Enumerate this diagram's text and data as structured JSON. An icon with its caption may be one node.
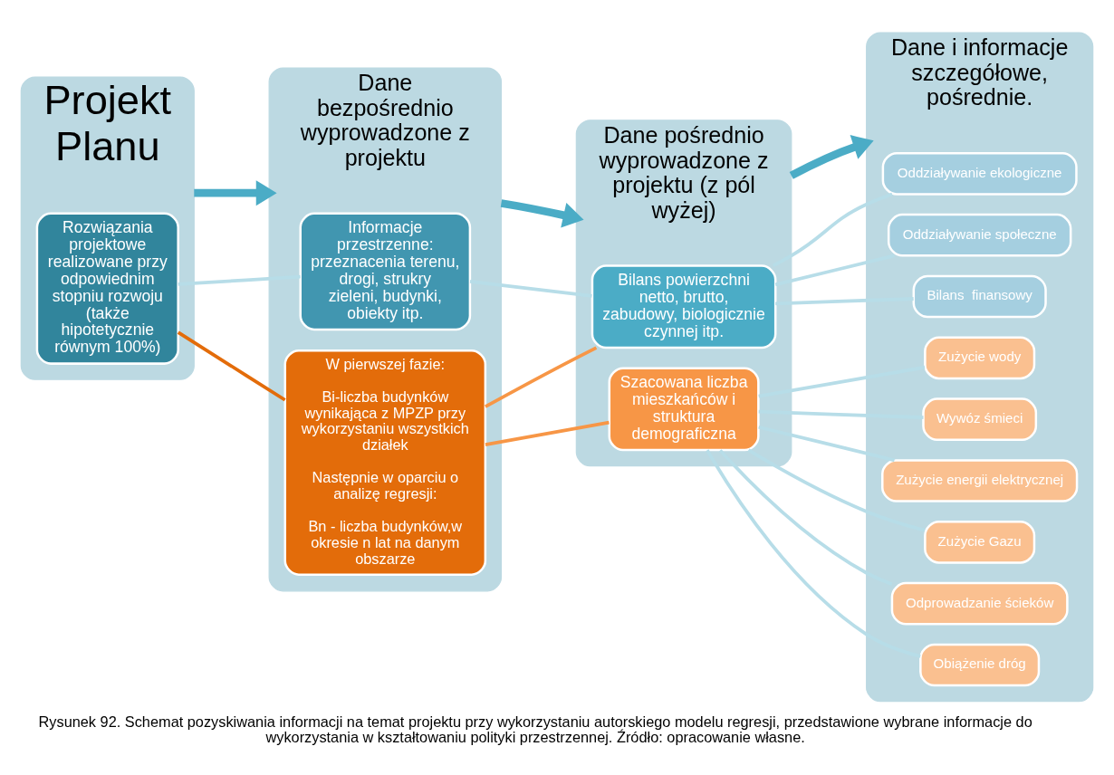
{
  "diagram": {
    "caption": "Rysunek 92. Schemat pozyskiwania informacji na temat projektu przy wykorzystaniu autorskiego modelu regresji, przedstawione wybrane informacje do wykorzystania w kształtowaniu polityki przestrzennej. Źródło: opracowanie własne.",
    "nodes": [
      {
        "text": [
          "Projekt Planu"
        ]
      },
      {
        "text": [
          "Rozwiązania projektowe realizowane przy odpowiednim stopniu rozwoju (także hipotetycznie równym 100%)"
        ],
        "in": 0
      },
      {
        "text": [
          "Dane bezpośrednio wyprowadzone z projektu"
        ]
      },
      {
        "text": [
          "Informacje przestrzenne: przeznacenia terenu, drogi, strukry zieleni, budynki, obiekty itp."
        ],
        "in": 2
      },
      {
        "text": [
          "W pierwszej fazie:",
          "Bi-liczba budynków wynikająca z MPZP przy wykorzystaniu wszystkich działek",
          "Następnie w oparciu o analizę regresji:",
          "Bn - liczba budynków,w okresie n lat na danym obszarze"
        ],
        "in": 2
      },
      {
        "text": [
          "Dane pośrednio wyprowadzone z projektu (z pól wyżej)"
        ]
      },
      {
        "text": [
          "Bilans powierzchni netto, brutto, zabudowy, biologicznie czynnej itp."
        ],
        "in": 5
      },
      {
        "text": [
          "Szacowana liczba mieszkańców i struktura demograficzna"
        ],
        "in": 5
      },
      {
        "text": [
          "Dane i informacje szczegółowe, pośrednie."
        ]
      },
      {
        "text": [
          "Oddziaływanie ekologiczne"
        ],
        "in": 8
      },
      {
        "text": [
          "Oddziaływanie społeczne"
        ],
        "in": 8
      },
      {
        "text": [
          "Bilans  finansowy"
        ],
        "in": 8
      },
      {
        "text": [
          "Zużycie wody"
        ],
        "in": 8
      },
      {
        "text": [
          "Wywóz śmieci"
        ],
        "in": 8
      },
      {
        "text": [
          "Zużycie energii elektrycznej"
        ],
        "in": 8
      },
      {
        "text": [
          "Zużycie Gazu"
        ],
        "in": 8
      },
      {
        "text": [
          "Odprowadzanie ścieków"
        ],
        "in": 8
      },
      {
        "text": [
          "Obiążenie dróg"
        ],
        "in": 8
      }
    ],
    "edges": [
      {
        "from": 0,
        "to": 2,
        "arrow": "to",
        "style": "thick",
        "color": "#4bacc6"
      },
      {
        "from": 2,
        "to": 5,
        "arrow": "to",
        "style": "thick",
        "color": "#4bacc6"
      },
      {
        "from": 5,
        "to": 8,
        "arrow": "to",
        "style": "thick",
        "color": "#4bacc6"
      },
      {
        "from": 1,
        "to": 3,
        "arrow": "none"
      },
      {
        "from": 1,
        "to": 4,
        "arrow": "none",
        "color": "#e36c0a"
      },
      {
        "from": 3,
        "to": 6,
        "arrow": "none"
      },
      {
        "from": 4,
        "to": 6,
        "arrow": "none",
        "color": "#f79646"
      },
      {
        "from": 4,
        "to": 7,
        "arrow": "none",
        "color": "#f79646"
      },
      {
        "from": 6,
        "to": 9,
        "arrow": "none"
      },
      {
        "from": 6,
        "to": 10,
        "arrow": "none"
      },
      {
        "from": 6,
        "to": 11,
        "arrow": "none"
      },
      {
        "from": 7,
        "to": 12,
        "arrow": "none"
      },
      {
        "from": 7,
        "to": 13,
        "arrow": "none"
      },
      {
        "from": 7,
        "to": 14,
        "arrow": "none"
      },
      {
        "from": 7,
        "to": 15,
        "arrow": "none"
      },
      {
        "from": 7,
        "to": 16,
        "arrow": "none"
      },
      {
        "from": 7,
        "to": 17,
        "arrow": "none"
      }
    ]
  }
}
